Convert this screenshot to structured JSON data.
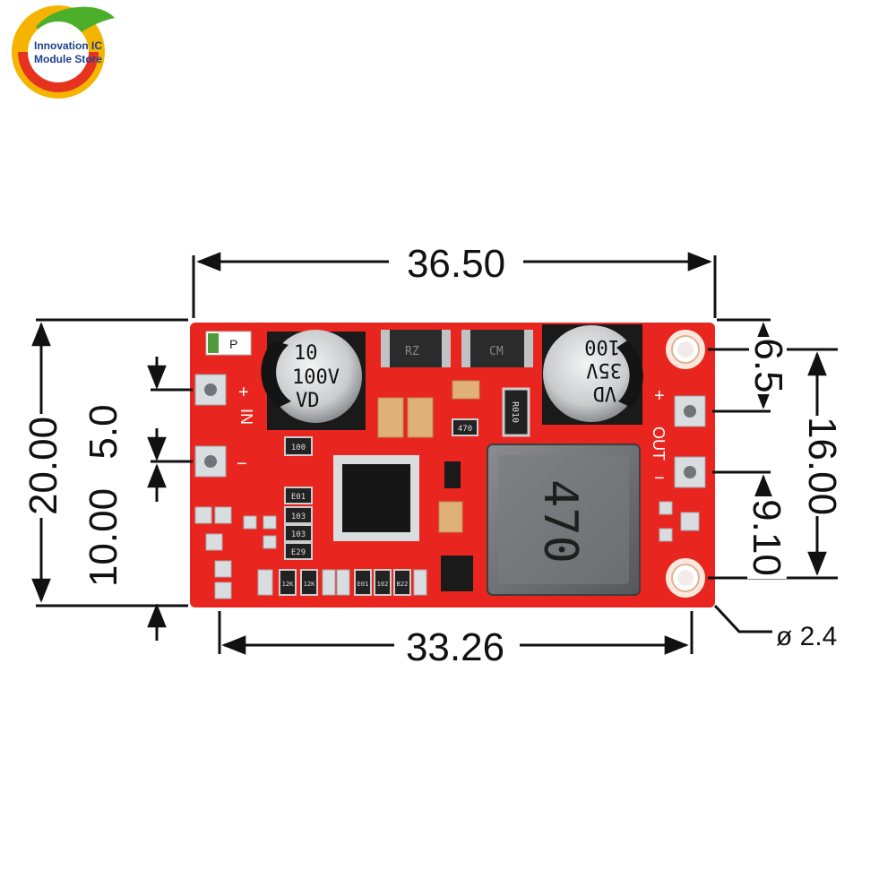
{
  "logo": {
    "line1": "Innovation IC",
    "line2": "Module Store"
  },
  "dimensions": {
    "overall_width": "36.50",
    "overall_height": "20.00",
    "hole_spacing": "33.26",
    "input_offset": "10.00",
    "input_pitch": "5.0",
    "output_top": "6.5",
    "output_span": "16.00",
    "output_bottom": "9.10",
    "hole_diameter": "ø 2.4"
  },
  "board": {
    "in_label": "IN",
    "out_label": "OUT",
    "plus": "+",
    "minus": "−",
    "p_mark": "P",
    "cap_in": [
      "10",
      "100V",
      "VD"
    ],
    "cap_out": [
      "VD",
      "35V",
      "100"
    ],
    "diode1": "RZ",
    "diode2": "CM",
    "shunt": "R010",
    "inductor": "470",
    "res_small": [
      "100",
      "470",
      "E01",
      "103",
      "103",
      "E29",
      "12K",
      "12K",
      "E01",
      "102",
      "B22"
    ]
  },
  "colors": {
    "pcb": "#e8261f",
    "silkscreen": "#ffffff",
    "pad": "#d9dde0",
    "cap_body": "#1a1a1a",
    "inductor": "#6b6d70",
    "ic": "#161616",
    "dimension_line": "#111111"
  }
}
